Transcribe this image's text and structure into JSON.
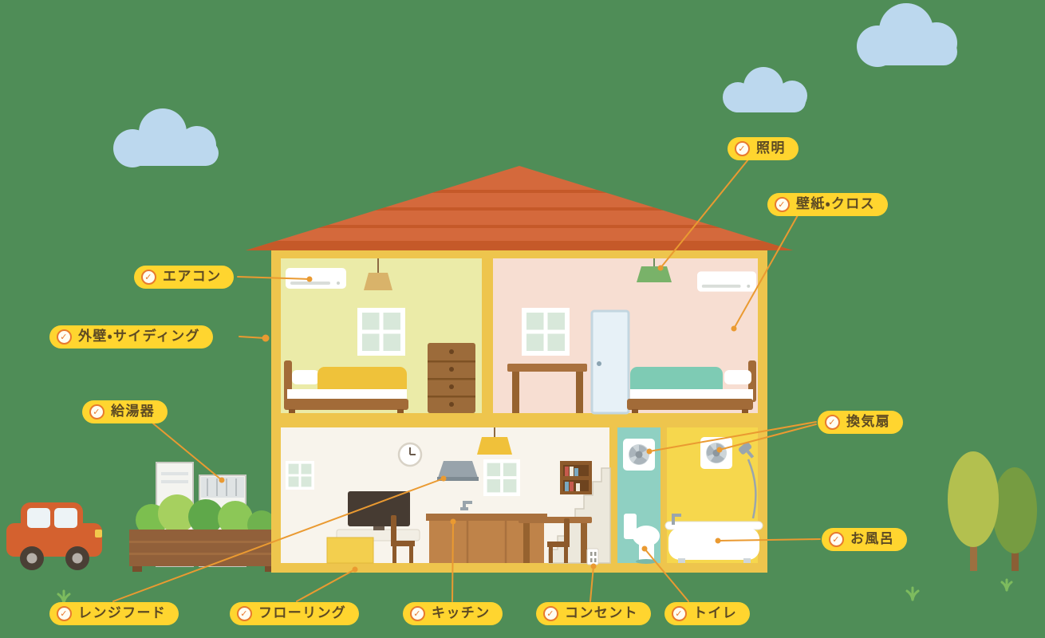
{
  "labels": [
    {
      "id": "lighting",
      "text": "照明"
    },
    {
      "id": "wallpaper",
      "text": "壁紙・クロス"
    },
    {
      "id": "aircon",
      "text": "エアコン"
    },
    {
      "id": "siding",
      "text": "外壁・サイディング"
    },
    {
      "id": "waterheater",
      "text": "給湯器"
    },
    {
      "id": "ventfan",
      "text": "換気扇"
    },
    {
      "id": "bath",
      "text": "お風呂"
    },
    {
      "id": "rangehood",
      "text": "レンジフード"
    },
    {
      "id": "flooring",
      "text": "フローリング"
    },
    {
      "id": "kitchen",
      "text": "キッチン"
    },
    {
      "id": "outlet",
      "text": "コンセント"
    },
    {
      "id": "toilet",
      "text": "トイレ"
    }
  ],
  "colors": {
    "background": "#4f8d57",
    "label_bg": "#ffd52f",
    "label_text": "#5d4a23",
    "check_icon": "#e87a2e",
    "connector_line": "#ea9a31",
    "roof": "#d4693c",
    "house_frame": "#eec54d",
    "bedroom_left_wall": "#ebeba8",
    "bedroom_right_wall": "#f7ded2",
    "living_wall": "#f8f4ec",
    "toilet_wall": "#8fd0c2",
    "bathroom_wall": "#f6d74d",
    "cloud": "#bcd8ee"
  }
}
